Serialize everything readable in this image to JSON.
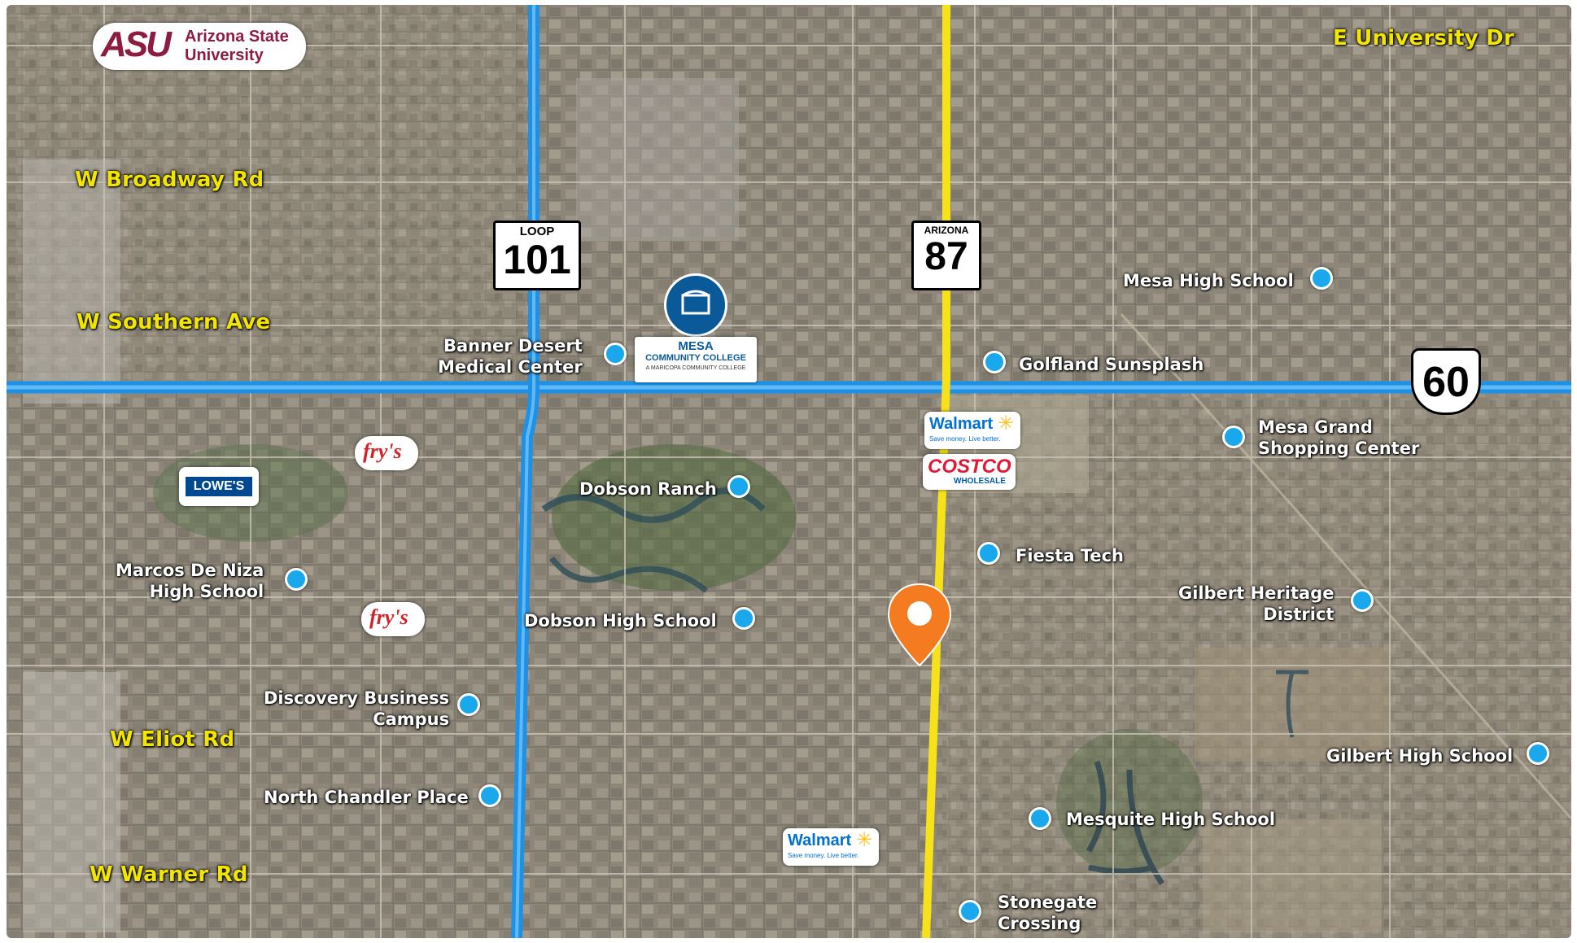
{
  "roads": {
    "broadway": "W Broadway Rd",
    "southern": "W Southern Ave",
    "eliot": "W Eliot Rd",
    "warner": "W Warner Rd",
    "university": "E University Dr"
  },
  "shields": {
    "loop101": {
      "top": "LOOP",
      "number": "101"
    },
    "az87": {
      "top": "ARIZONA",
      "number": "87"
    },
    "us60": {
      "number": "60"
    }
  },
  "logos": {
    "asu": {
      "mark": "ASU",
      "line1": "Arizona State",
      "line2": "University"
    },
    "mcc": {
      "line1": "MESA",
      "line2": "COMMUNITY COLLEGE",
      "tagline": "A MARICOPA COMMUNITY COLLEGE"
    },
    "walmart": {
      "name": "Walmart",
      "tagline": "Save money. Live better."
    },
    "costco": {
      "name": "COSTCO",
      "tagline": "WHOLESALE"
    },
    "lowes": {
      "name": "LOWE'S"
    },
    "frys": {
      "name": "fry's"
    }
  },
  "pois": {
    "banner": {
      "line1": "Banner Desert",
      "line2": "Medical Center"
    },
    "dobson_ranch": "Dobson Ranch",
    "marcos": {
      "line1": "Marcos De Niza",
      "line2": "High School"
    },
    "dobson_high": "Dobson High School",
    "discovery": {
      "line1": "Discovery Business",
      "line2": "Campus"
    },
    "north_chandler": "North Chandler Place",
    "mesa_high": "Mesa High School",
    "golfland": "Golfland Sunsplash",
    "mesa_grand": {
      "line1": "Mesa Grand",
      "line2": "Shopping Center"
    },
    "fiesta": "Fiesta Tech",
    "gilbert_heritage": {
      "line1": "Gilbert Heritage",
      "line2": "District"
    },
    "gilbert_high": "Gilbert High School",
    "mesquite": "Mesquite High School",
    "stonegate": {
      "line1": "Stonegate",
      "line2": "Crossing"
    }
  },
  "colors": {
    "freeway": "#1e90e6",
    "highway87": "#f7e21a",
    "road_label": "#f2e500",
    "poi_dot": "#19a8ec",
    "marker": "#f47b20",
    "asu_maroon": "#8c1d40",
    "walmart_blue": "#0071ce",
    "walmart_yellow": "#ffc220",
    "costco_red": "#e31837",
    "lowes_blue": "#004990",
    "frys_red": "#d2232a",
    "mcc_blue": "#0a5a99"
  }
}
